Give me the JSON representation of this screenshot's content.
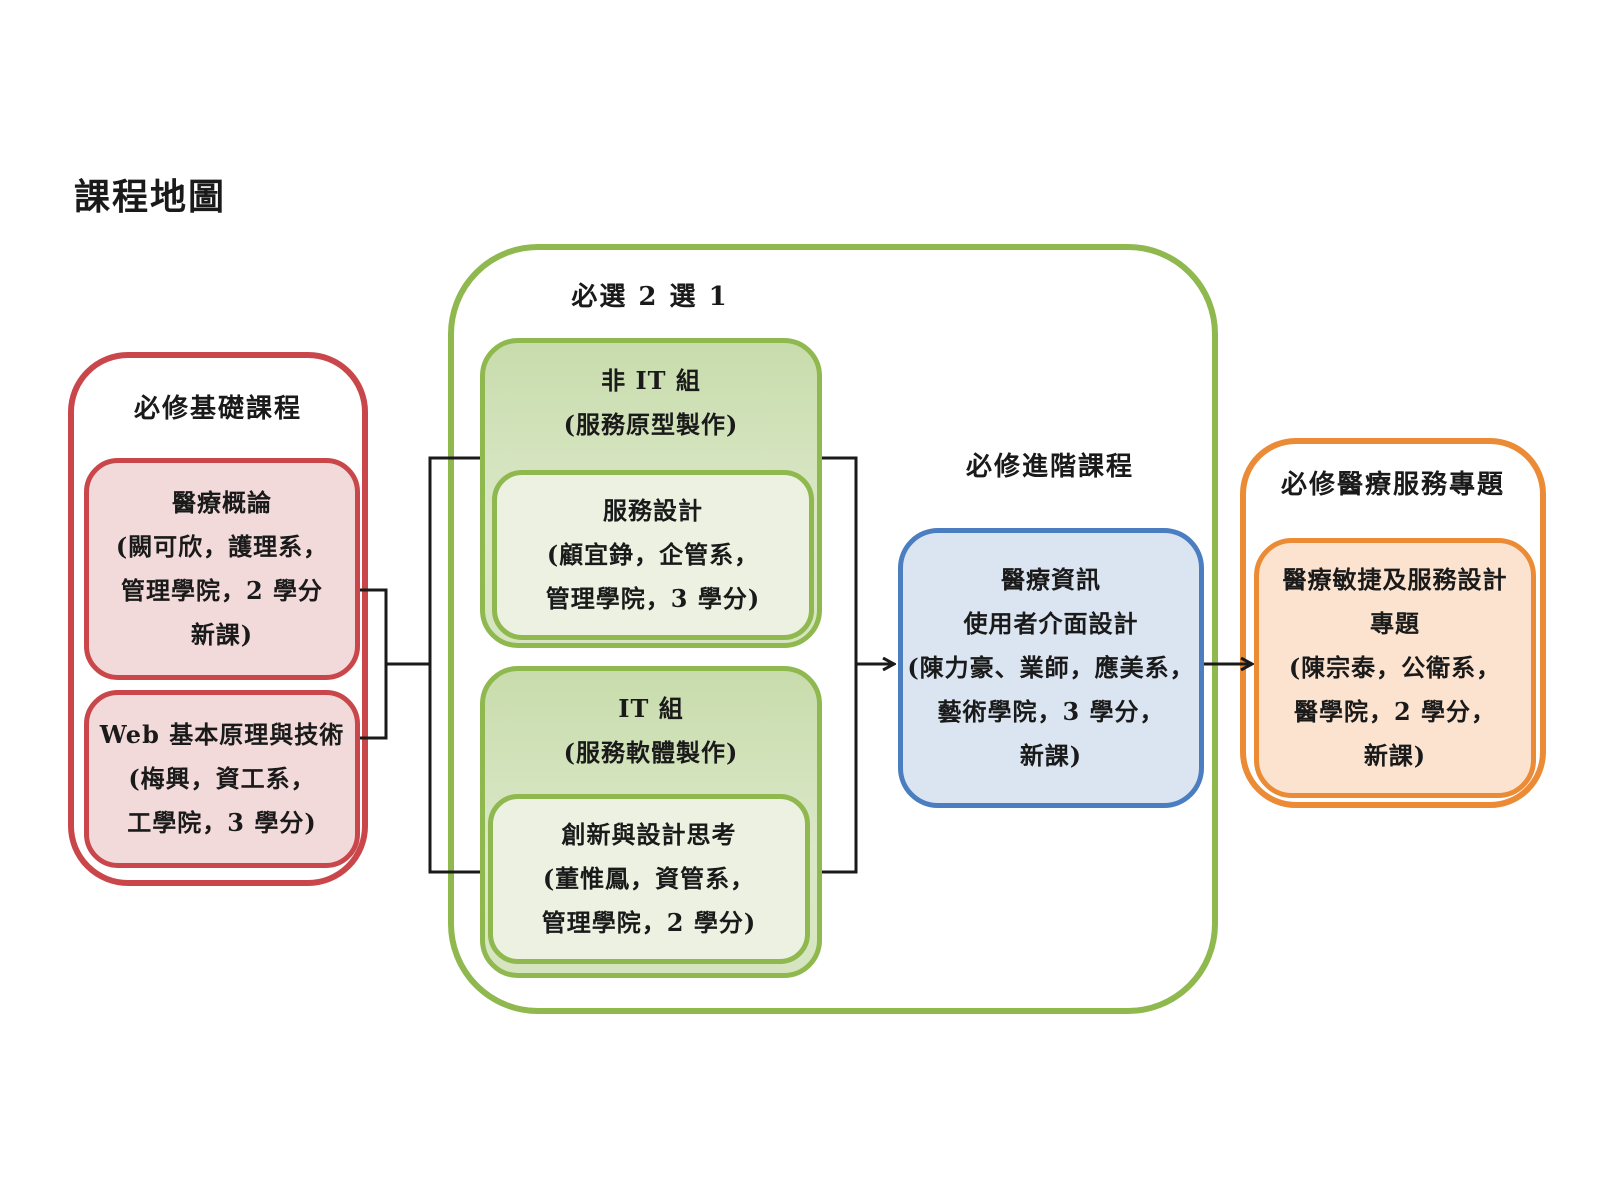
{
  "title": "課程地圖",
  "required_basic": {
    "heading": "必修基礎課程",
    "courses": [
      {
        "lines": [
          "醫療概論",
          "(闕可欣，護理系，",
          "管理學院，2 學分",
          "新課)"
        ]
      },
      {
        "lines": [
          "Web 基本原理與技術",
          "(梅興，資工系，",
          "工學院，3 學分)"
        ]
      }
    ]
  },
  "elective": {
    "heading": "必選 2 選 1",
    "groups": [
      {
        "label_lines": [
          "非 IT 組",
          "(服務原型製作)"
        ],
        "course_lines": [
          "服務設計",
          "(顧宜錚，企管系，",
          "管理學院，3 學分)"
        ]
      },
      {
        "label_lines": [
          "IT 組",
          "(服務軟體製作)"
        ],
        "course_lines": [
          "創新與設計思考",
          "(董惟鳳，資管系，",
          "管理學院，2 學分)"
        ]
      }
    ]
  },
  "required_advanced": {
    "heading": "必修進階課程",
    "course_lines": [
      "醫療資訊",
      "使用者介面設計",
      "(陳力豪、業師，應美系，",
      "藝術學院，3 學分，",
      "新課)"
    ]
  },
  "required_topic": {
    "heading": "必修醫療服務專題",
    "course_lines": [
      "醫療敏捷及服務設計",
      "專題",
      "(陳宗泰，公衛系，",
      "醫學院，2 學分，",
      "新課)"
    ]
  },
  "colors": {
    "basic": "#c9474a",
    "elective": "#8fb84f",
    "advanced": "#4a7ec0",
    "topic": "#ec8b36"
  }
}
